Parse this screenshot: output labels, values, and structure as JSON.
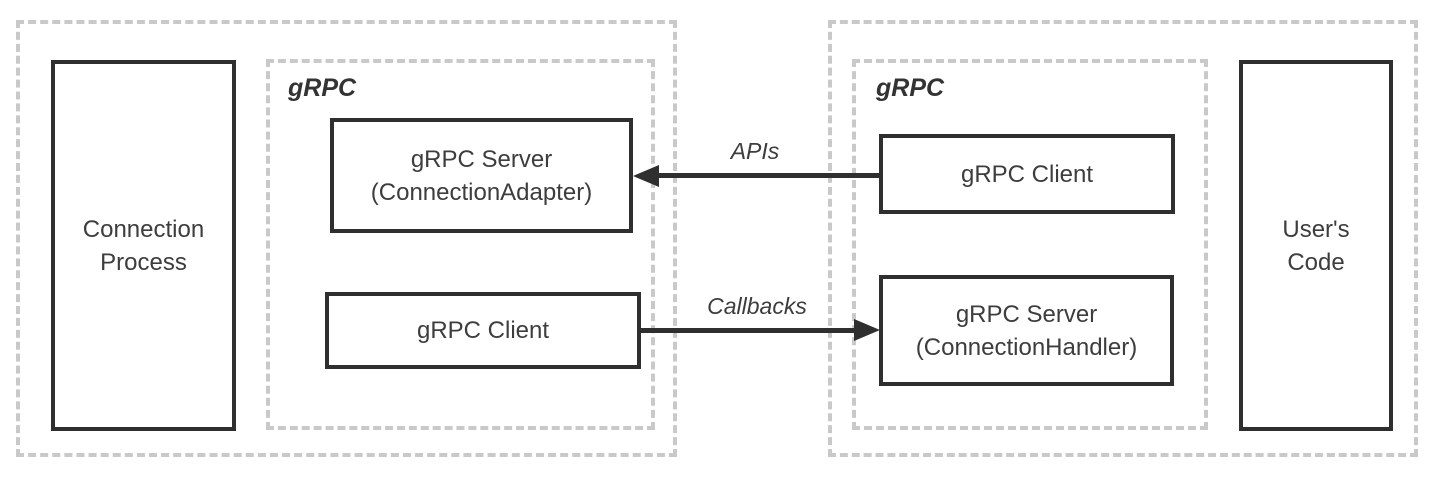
{
  "colors": {
    "solid_border": "#2f2f2f",
    "dashed_border": "#c9c9c9",
    "text": "#3d3d3d",
    "arrow": "#2f2f2f",
    "background": "#ffffff"
  },
  "left_group": {
    "process_box": {
      "line1": "Connection",
      "line2": "Process"
    },
    "grpc_container_label": "gRPC",
    "server_box": {
      "line1": "gRPC Server",
      "line2": "(ConnectionAdapter)"
    },
    "client_box": {
      "label": "gRPC Client"
    }
  },
  "right_group": {
    "grpc_container_label": "gRPC",
    "client_box": {
      "label": "gRPC Client"
    },
    "server_box": {
      "line1": "gRPC Server",
      "line2": "(ConnectionHandler)"
    },
    "users_code_box": {
      "line1": "User's",
      "line2": "Code"
    }
  },
  "connections": {
    "apis": {
      "label": "APIs",
      "direction": "right-to-left"
    },
    "callbacks": {
      "label": "Callbacks",
      "direction": "left-to-right"
    }
  }
}
